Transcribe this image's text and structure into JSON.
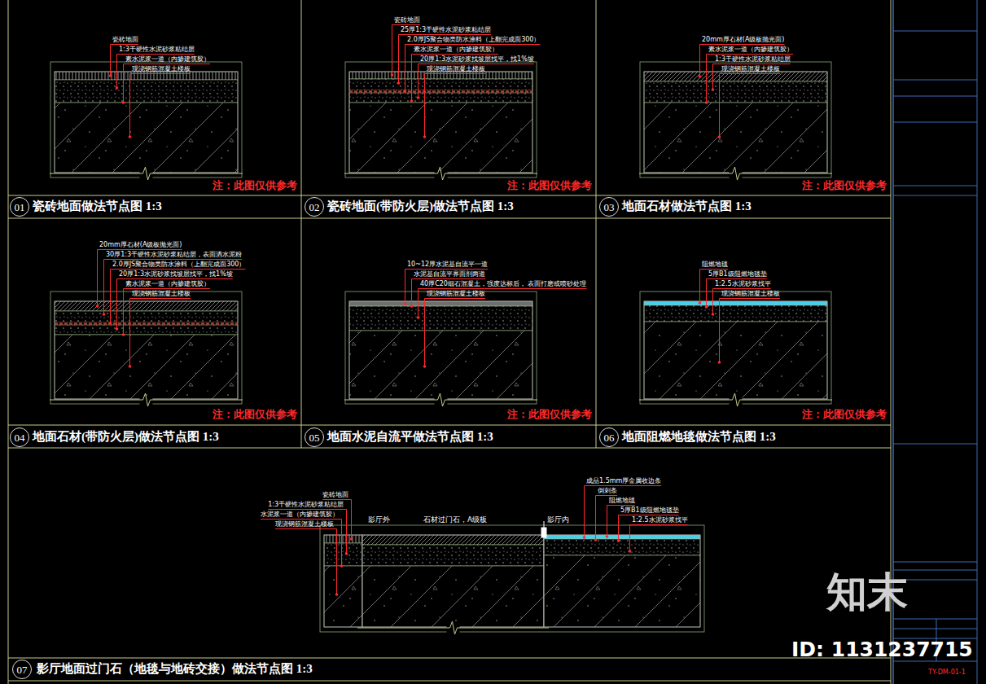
{
  "diagram": {
    "nodes": [
      {
        "text": [
          "01"
        ]
      },
      {
        "text": [
          "02"
        ]
      },
      {
        "text": [
          "03"
        ]
      },
      {
        "text": [
          "04"
        ]
      },
      {
        "text": [
          "05"
        ]
      },
      {
        "text": [
          "06"
        ]
      },
      {
        "text": [
          "07"
        ]
      }
    ],
    "labels": [
      "瓷砖地面",
      "1:3干硬性水泥砂浆粘结层",
      "素水泥浆一道（内掺建筑胶）",
      "现浇钢筋混凝土楼板",
      "注：此图仅供参考",
      "瓷砖地面做法节点图 1:3",
      "瓷砖地面",
      "25厚1:3干硬性水泥砂浆粘结层",
      "2.0厚JS聚合物类防水涂料（上翻完成面300）",
      "素水泥浆一道（内掺建筑胶）",
      "20厚1:3水泥砂浆找坡层找平，找1%坡",
      "现浇钢筋混凝土楼板",
      "注：此图仅供参考",
      "瓷砖地面(带防火层)做法节点图 1:3",
      "20mm厚石材(A级板抛光面)",
      "素水泥浆一道（内掺建筑胶）",
      "1:3干硬性水泥砂浆粘结层",
      "现浇钢筋混凝土楼板",
      "注：此图仅供参考",
      "地面石材做法节点图 1:3",
      "20mm厚石材(A级板抛光面)",
      "30厚1:3干硬性水泥砂浆粘结层，表面洒水泥粉",
      "2.0厚JS聚合物类防水涂料（上翻完成面300）",
      "20厚1:3水泥砂浆找坡层找平，找1%坡",
      "素水泥浆一道（内掺建筑胶）",
      "现浇钢筋混凝土楼板",
      "注：此图仅供参考",
      "地面石材(带防火层)做法节点图 1:3",
      "10~12厚水泥基自流平一道",
      "水泥基自流平界面剂两道",
      "40厚C20细石混凝土，强度达标后， 表面打磨或喷砂处理",
      "现浇钢筋混凝土楼板",
      "注：此图仅供参考",
      "地面水泥自流平做法节点图 1:3",
      "阻燃地毯",
      "5厚B1级阻燃地毯垫",
      "1:2.5水泥砂浆找平",
      "现浇钢筋混凝土楼板",
      "注：此图仅供参考",
      "地面阻燃地毯做法节点图 1:3",
      "瓷砖地面",
      "1:3干硬性水泥砂浆粘结层",
      "水泥浆一道（内掺建筑胶）",
      "现浇钢筋混凝土楼板",
      "影厅外",
      "石材过门石，A级板",
      "影厅内",
      "成品1.5mm厚金属收边条",
      "倒刺条",
      "阻燃地毯",
      "5厚B1级阻燃地毯垫",
      "1:2.5水泥砂浆找平",
      "影厅地面过门石（地毯与地砖交接）做法节点图 1:3",
      "知末",
      "ID: 1131237715",
      "TY-DM-01-1"
    ]
  }
}
